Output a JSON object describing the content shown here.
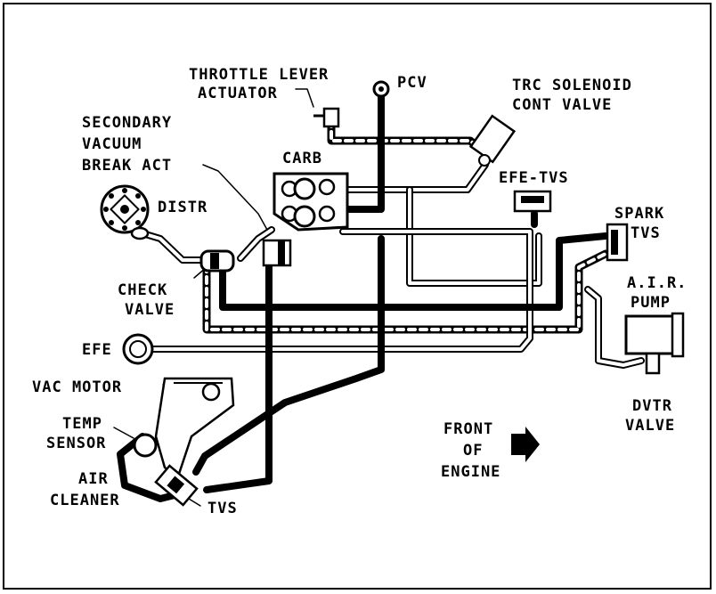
{
  "labels": {
    "throttle_lever": "THROTTLE LEVER",
    "actuator": "ACTUATOR",
    "pcv": "PCV",
    "trc_line1": "TRC SOLENOID",
    "trc_line2": "CONT VALVE",
    "secondary_line1": "SECONDARY",
    "secondary_line2": "VACUUM",
    "secondary_line3": "BREAK ACT",
    "carb": "CARB",
    "distr": "DISTR",
    "efe_tvs": "EFE-TVS",
    "spark_line1": "SPARK",
    "spark_line2": "TVS",
    "check_line1": "CHECK",
    "check_line2": "VALVE",
    "air_pump_line1": "A.I.R.",
    "air_pump_line2": "PUMP",
    "efe": "EFE",
    "vac_motor": "VAC MOTOR",
    "temp_line1": "TEMP",
    "temp_line2": "SENSOR",
    "air_cleaner_line1": "AIR",
    "air_cleaner_line2": "CLEANER",
    "tvs": "TVS",
    "dvtr_line1": "DVTR",
    "dvtr_line2": "VALVE",
    "front_line1": "FRONT",
    "front_line2": "OF",
    "front_line3": "ENGINE"
  },
  "colors": {
    "ink": "#000000",
    "paper": "#ffffff"
  }
}
